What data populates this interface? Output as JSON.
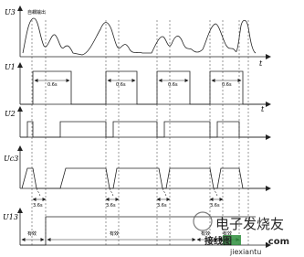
{
  "waveforms": [
    {
      "id": "u3",
      "label": "U3",
      "annotation": "自耦输出"
    },
    {
      "id": "u1",
      "label": "U1",
      "interval": "0.6s"
    },
    {
      "id": "u2",
      "label": "U2"
    },
    {
      "id": "uc3",
      "label": "Uc3",
      "interval": "3.6s"
    },
    {
      "id": "u13",
      "label": "U13",
      "segments": [
        "有效",
        "有效",
        "有效",
        "有效"
      ]
    }
  ],
  "time_label": "t",
  "watermark": {
    "cn_top": "电子发烧友",
    "cn_bottom": "接线图",
    "domain": "jiexiantu",
    "site_suffix": ".com"
  },
  "colors": {
    "trace": "#222222",
    "dash": "#555555",
    "watermark_red": "#e2483c"
  }
}
